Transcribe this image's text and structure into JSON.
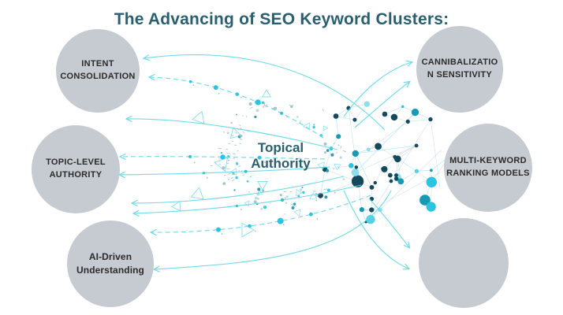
{
  "title": "The Advancing of SEO Keyword Clusters:",
  "center": {
    "label": "Topical\nAuthority"
  },
  "bubbles": [
    {
      "id": "intent-consolidation",
      "label": "INTENT\nCONSOLIDATION"
    },
    {
      "id": "topic-level-authority",
      "label": "TOPIC-LEVEL\nAUTHORITY"
    },
    {
      "id": "ai-driven-understanding",
      "label": "AI-Driven\nUnderstanding"
    },
    {
      "id": "cannibalization-sensitivity",
      "label": "CANNIBALIZATIO\nN SENSITIVITY"
    },
    {
      "id": "multi-keyword-ranking-models",
      "label": "MULTI-KEYWORD\nRANKING MODELS"
    },
    {
      "id": "empty-future-cluster",
      "label": ""
    }
  ],
  "colors": {
    "title_text": "#2b5f6e",
    "bubble_fill": "#c6cbd1",
    "bubble_text": "#2b2b2b",
    "arrow_cyan": "#66d6e7",
    "node_navy": "#15495c",
    "node_cyan": "#2cc3df",
    "edge_gray": "#a9c6cf"
  }
}
